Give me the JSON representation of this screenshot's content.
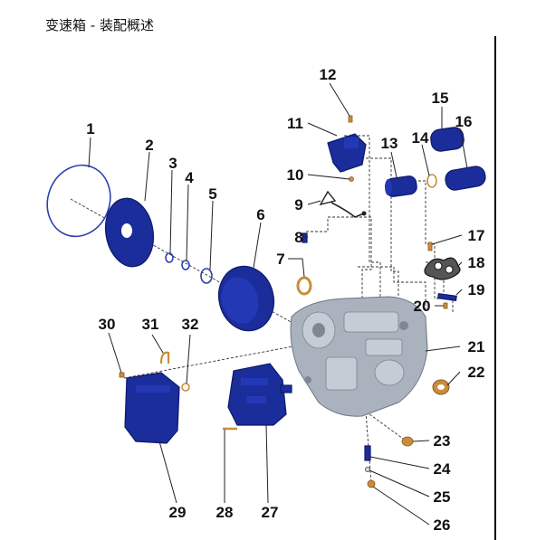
{
  "header": {
    "title": "变速箱 - 装配概述"
  },
  "diagram": {
    "labels": [
      "1",
      "2",
      "3",
      "4",
      "5",
      "6",
      "7",
      "8",
      "9",
      "10",
      "11",
      "12",
      "13",
      "14",
      "15",
      "16",
      "17",
      "18",
      "19",
      "20",
      "21",
      "22",
      "23",
      "24",
      "25",
      "26",
      "27",
      "28",
      "29",
      "30",
      "31",
      "32"
    ]
  },
  "colors": {
    "part_blue": "#1b2d9a",
    "housing_gray": "#a9b2bd",
    "seal_copper": "#c98d3c"
  }
}
